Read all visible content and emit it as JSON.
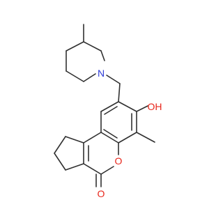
{
  "structure": {
    "atom_labels": {
      "nitrogen": "N",
      "hydroxyl": "OH",
      "ring_oxygen": "O",
      "carbonyl_oxygen": "O"
    },
    "colors": {
      "bond": "#303030",
      "oxygen": "#e8261b",
      "nitrogen": "#2d3bd6",
      "background": "#ffffff"
    }
  }
}
